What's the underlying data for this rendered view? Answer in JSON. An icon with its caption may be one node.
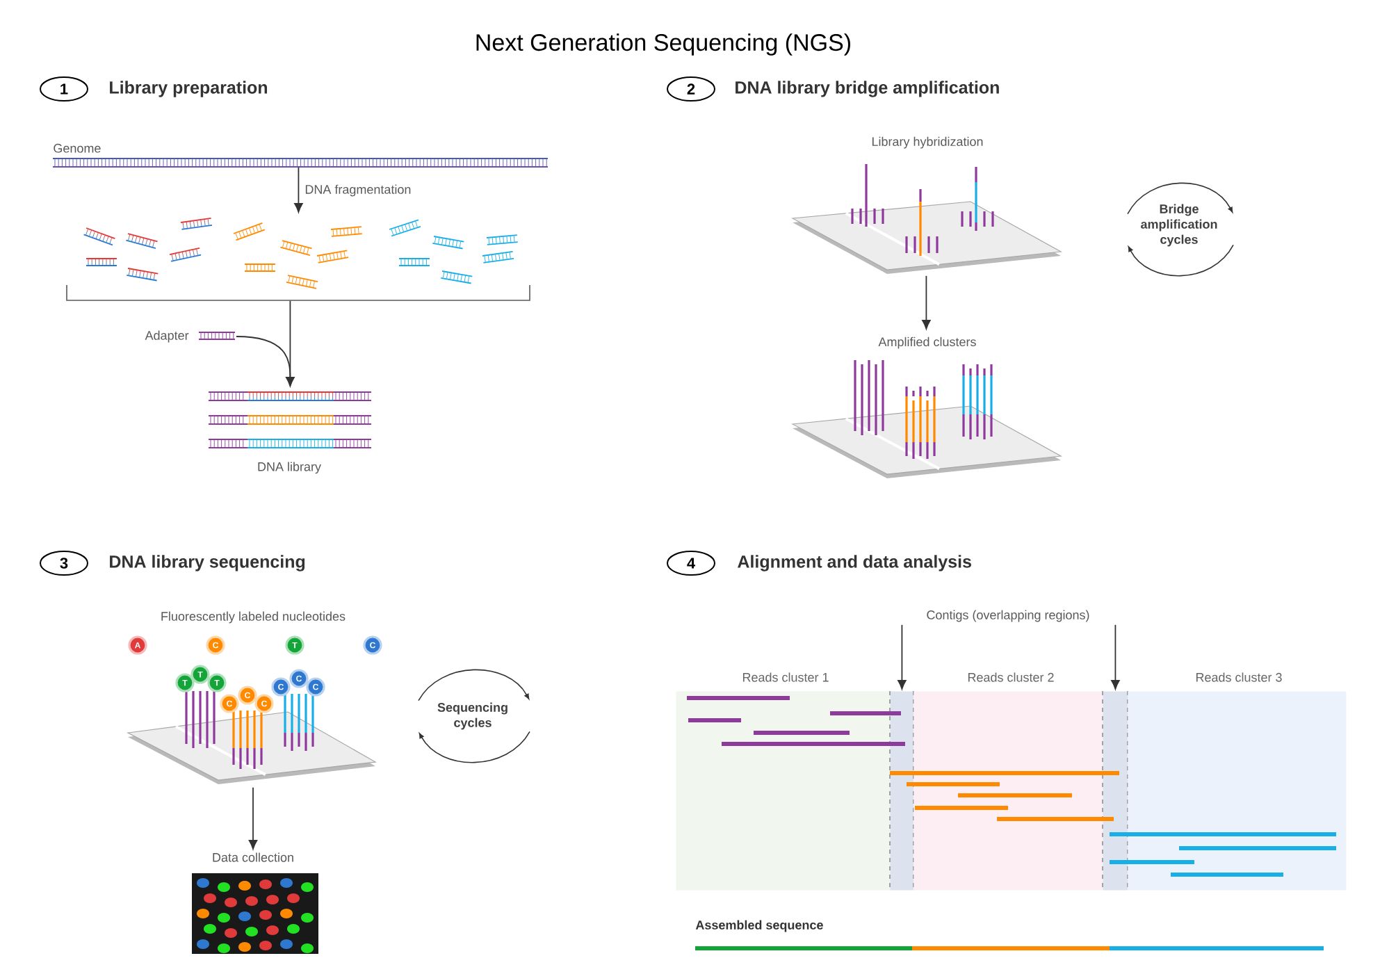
{
  "diagram": {
    "title": "Next Generation Sequencing (NGS)",
    "nodes": [
      {
        "text": [
          "1",
          "Library preparation"
        ]
      },
      {
        "text": [
          "Genome"
        ]
      },
      {
        "text": [],
        "shape": "picture"
      },
      {
        "text": [
          "Adapter"
        ]
      },
      {
        "text": [
          "DNA library"
        ]
      },
      {
        "text": [
          "2",
          "DNA library bridge amplification"
        ]
      },
      {
        "text": [
          "Library hybridization"
        ]
      },
      {
        "text": [
          "Amplified clusters"
        ]
      },
      {
        "text": [
          "3",
          "DNA library sequencing"
        ]
      },
      {
        "text": [],
        "shape": "picture"
      },
      {
        "text": [
          "A"
        ]
      },
      {
        "text": [
          "C"
        ]
      },
      {
        "text": [
          "T"
        ]
      },
      {
        "text": [
          "C"
        ]
      },
      {
        "text": [
          "T"
        ]
      },
      {
        "text": [
          "T"
        ]
      },
      {
        "text": [
          "T"
        ]
      },
      {
        "text": [
          "C"
        ]
      },
      {
        "text": [
          "C"
        ]
      },
      {
        "text": [
          "C"
        ]
      },
      {
        "text": [
          "C"
        ]
      },
      {
        "text": [
          "C"
        ]
      },
      {
        "text": [
          "C"
        ]
      },
      {
        "text": [
          "Data collection"
        ]
      },
      {
        "text": [
          "4",
          "Alignment and data analysis"
        ]
      },
      {
        "text": [
          "Contigs (overlapping regions)"
        ]
      },
      {
        "text": [
          "Reads cluster 1"
        ]
      },
      {
        "text": [],
        "shape": "box"
      },
      {
        "text": [
          "Reads cluster 2"
        ]
      },
      {
        "text": [],
        "shape": "box"
      },
      {
        "text": [
          "Reads cluster 3"
        ]
      }
    ],
    "edges": [
      {
        "from": 1,
        "to": 2,
        "arrow": "to",
        "label": "DNA fragmentation"
      },
      {
        "from": 2,
        "to": 4,
        "arrow": "to"
      },
      {
        "from": 3,
        "to": 4,
        "arrow": "to"
      },
      {
        "from": 6,
        "to": 7,
        "arrow": "to"
      },
      {
        "from": 9,
        "to": 23,
        "arrow": "to"
      },
      {
        "from": 25,
        "to": 27,
        "arrow": "to"
      },
      {
        "from": 25,
        "to": 29,
        "arrow": "to"
      }
    ],
    "labels": [
      "Fluorescently labeled nucleotides",
      "Bridge amplification cycles",
      "Sequencing cycles",
      "Assembled sequence"
    ]
  }
}
